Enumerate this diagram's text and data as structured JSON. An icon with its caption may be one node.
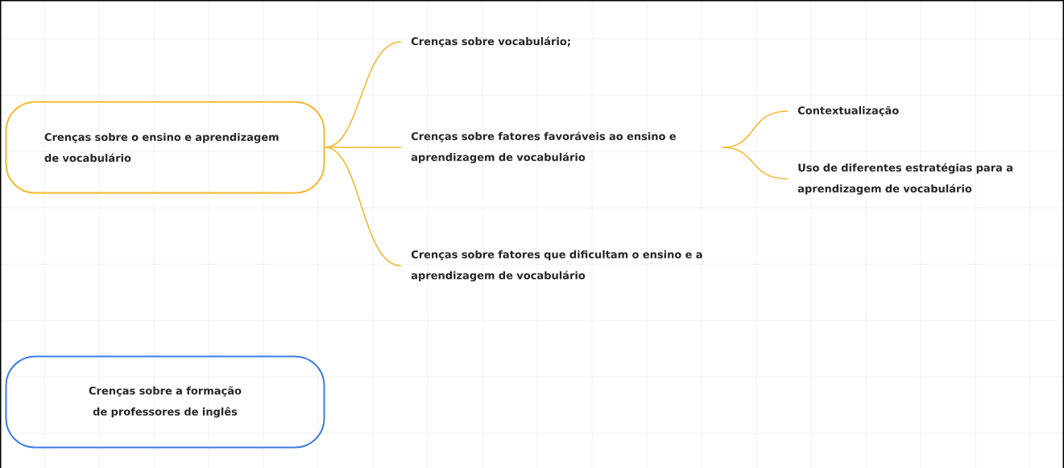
{
  "diagram": {
    "nodes": [
      {
        "text": [
          "Crenças sobre o ensino e aprendizagem de vocabulário"
        ]
      },
      {
        "text": [
          "Crenças sobre vocabulário;"
        ]
      },
      {
        "text": [
          "Crenças sobre fatores favoráveis ao ensino e aprendizagem de vocabulário"
        ]
      },
      {
        "text": [
          "Crenças sobre fatores que dificultam o ensino e a aprendizagem de vocabulário"
        ]
      },
      {
        "text": [
          "Contextualização"
        ]
      },
      {
        "text": [
          "Uso de diferentes estratégias para a aprendizagem de vocabulário"
        ]
      },
      {
        "text": [
          "Crenças sobre a formação de professores de inglês"
        ]
      }
    ],
    "edges": [
      {
        "from": 0,
        "to": 1,
        "arrow": "none"
      },
      {
        "from": 0,
        "to": 2,
        "arrow": "none"
      },
      {
        "from": 0,
        "to": 3,
        "arrow": "none"
      },
      {
        "from": 2,
        "to": 4,
        "arrow": "none"
      },
      {
        "from": 2,
        "to": 5,
        "arrow": "none"
      }
    ]
  }
}
